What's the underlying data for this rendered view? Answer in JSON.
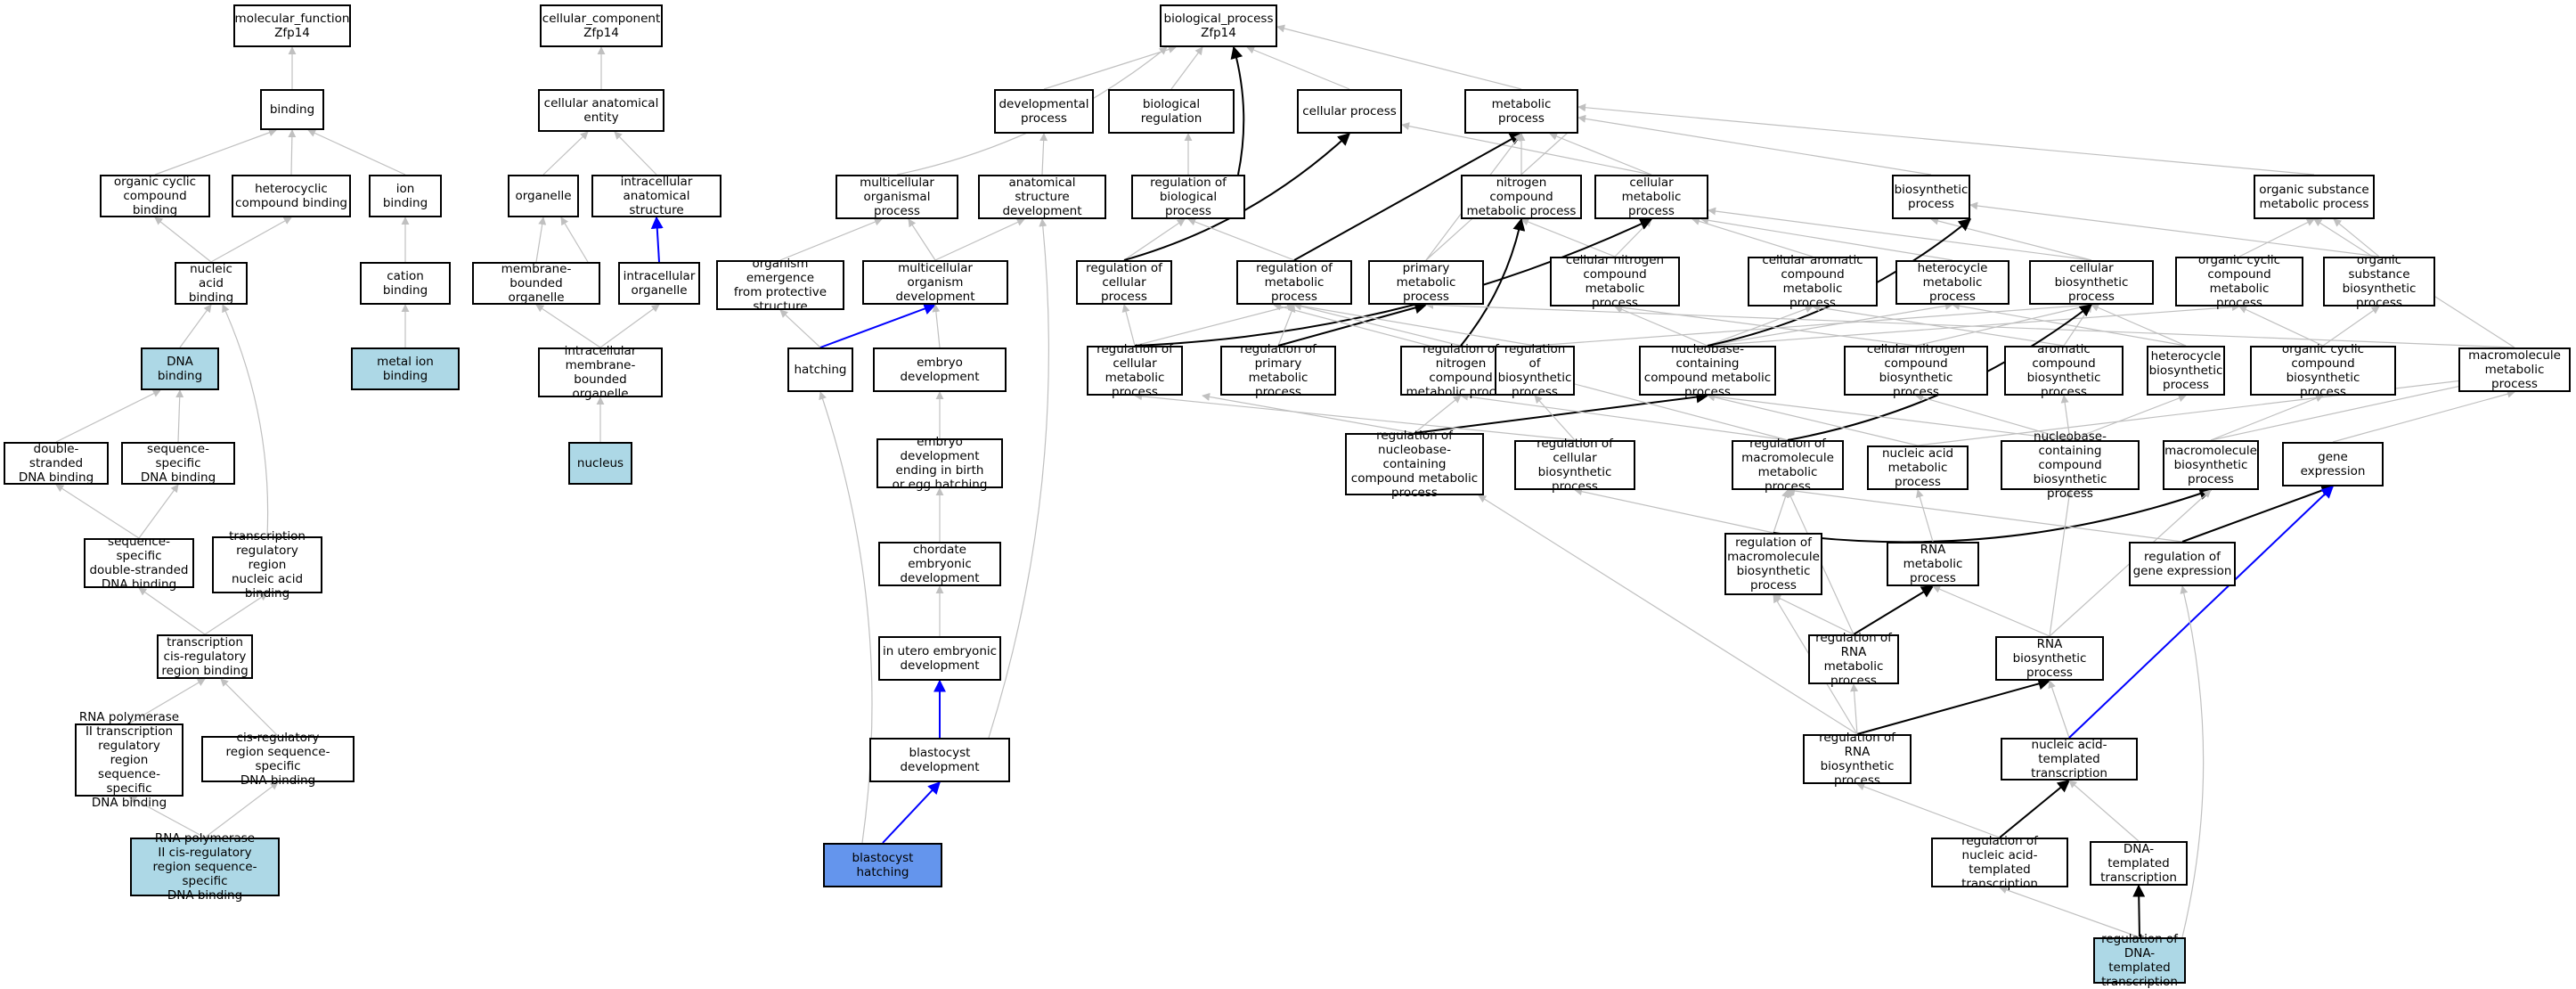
{
  "colors": {
    "background": "#ffffff",
    "edge_default": "#c0c0c0",
    "edge_black": "#000000",
    "edge_blue": "#0000ff",
    "highlight_light": "#add8e6",
    "highlight_query": "#6495ed"
  },
  "nodes": {
    "mf_root": "molecular_function\nZfp14",
    "binding": "binding",
    "organic_cyclic_binding": "organic cyclic\ncompound binding",
    "heterocyclic_binding": "heterocyclic\ncompound binding",
    "ion_binding": "ion binding",
    "nucleic_acid_binding": "nucleic acid\nbinding",
    "cation_binding": "cation binding",
    "dna_binding": "DNA binding",
    "metal_ion_binding": "metal ion binding",
    "ds_dna_binding": "double-stranded\nDNA binding",
    "ss_dna_binding": "sequence-specific\nDNA binding",
    "ss_ds_dna_binding": "sequence-specific\ndouble-stranded\nDNA binding",
    "tr_region_binding": "transcription\nregulatory region\nnucleic acid\nbinding",
    "tr_cis_binding": "transcription\ncis-regulatory\nregion binding",
    "rnap2_tr_binding": "RNA polymerase\nII transcription\nregulatory region\nsequence-specific\nDNA binding",
    "cis_reg_binding": "cis-regulatory\nregion sequence-specific\nDNA binding",
    "rnap2_cis_binding": "RNA polymerase\nII cis-regulatory\nregion sequence-specific\nDNA binding",
    "cc_root": "cellular_component\nZfp14",
    "cell_anat_entity": "cellular anatomical\nentity",
    "organelle": "organelle",
    "ic_anat_structure": "intracellular\nanatomical structure",
    "membrane_organelle": "membrane-bounded\norganelle",
    "ic_organelle": "intracellular\norganelle",
    "ic_membrane_organelle": "intracellular\nmembrane-bounded\norganelle",
    "nucleus": "nucleus",
    "bp_root": "biological_process\nZfp14",
    "developmental_process": "developmental\nprocess",
    "biological_regulation": "biological regulation",
    "cellular_process": "cellular process",
    "metabolic_process": "metabolic process",
    "multicellular_org_process": "multicellular\norganismal process",
    "anat_structure_dev": "anatomical structure\ndevelopment",
    "reg_bio_process": "regulation of\nbiological process",
    "nitrogen_compound_mp": "nitrogen compound\nmetabolic process",
    "cellular_mp": "cellular metabolic\nprocess",
    "biosynthetic_process": "biosynthetic\nprocess",
    "organic_substance_mp": "organic substance\nmetabolic process",
    "org_emergence": "organism emergence\nfrom protective\nstructure",
    "multicellular_dev": "multicellular\norganism development",
    "reg_cellular_process": "regulation of\ncellular process",
    "reg_metabolic_process": "regulation of\nmetabolic process",
    "primary_mp": "primary metabolic\nprocess",
    "cellular_nitrogen_mp": "cellular nitrogen\ncompound metabolic\nprocess",
    "cellular_aromatic_mp": "cellular aromatic\ncompound metabolic\nprocess",
    "heterocycle_mp": "heterocycle\nmetabolic process",
    "cellular_biosynthetic": "cellular biosynthetic\nprocess",
    "organic_cyclic_mp": "organic cyclic\ncompound metabolic\nprocess",
    "organic_substance_bp": "organic substance\nbiosynthetic\nprocess",
    "hatching": "hatching",
    "embryo_dev": "embryo development",
    "reg_cellular_mp": "regulation of\ncellular metabolic\nprocess",
    "reg_primary_mp": "regulation of\nprimary metabolic\nprocess",
    "reg_nitrogen_mp": "regulation of\nnitrogen compound\nmetabolic process",
    "reg_biosynthetic": "regulation of\nbiosynthetic\nprocess",
    "nucleobase_mp": "nucleobase-containing\ncompound metabolic\nprocess",
    "cellular_nitrogen_bp": "cellular nitrogen\ncompound biosynthetic\nprocess",
    "aromatic_bp": "aromatic compound\nbiosynthetic\nprocess",
    "heterocycle_bp": "heterocycle\nbiosynthetic\nprocess",
    "organic_cyclic_bp": "organic cyclic\ncompound biosynthetic\nprocess",
    "macromolecule_mp": "macromolecule\nmetabolic process",
    "embryo_dev_birth": "embryo development\nending in birth\nor egg hatching",
    "reg_nucleobase_mp": "regulation of\nnucleobase-containing\ncompound metabolic\nprocess",
    "reg_cellular_bp": "regulation of\ncellular biosynthetic\nprocess",
    "reg_macromolecule_mp": "regulation of\nmacromolecule\nmetabolic process",
    "nucleic_acid_mp": "nucleic acid\nmetabolic process",
    "nucleobase_bp": "nucleobase-containing\ncompound biosynthetic\nprocess",
    "macromolecule_bp": "macromolecule\nbiosynthetic\nprocess",
    "gene_expression": "gene expression",
    "chordate_embryonic_dev": "chordate embryonic\ndevelopment",
    "reg_macromolecule_bp": "regulation of\nmacromolecule\nbiosynthetic\nprocess",
    "rna_mp": "RNA metabolic\nprocess",
    "reg_gene_expression": "regulation of\ngene expression",
    "in_utero_dev": "in utero embryonic\ndevelopment",
    "reg_rna_mp": "regulation of\nRNA metabolic\nprocess",
    "rna_bp": "RNA biosynthetic\nprocess",
    "blastocyst_dev": "blastocyst development",
    "reg_rna_bp": "regulation of\nRNA biosynthetic\nprocess",
    "na_templated_tx": "nucleic acid-templated\ntranscription",
    "blastocyst_hatching": "blastocyst hatching",
    "reg_na_templated_tx": "regulation of\nnucleic acid-templated\ntranscription",
    "dna_templated_tx": "DNA-templated\ntranscription",
    "reg_dna_templated_tx": "regulation of\nDNA-templated\ntranscription"
  }
}
